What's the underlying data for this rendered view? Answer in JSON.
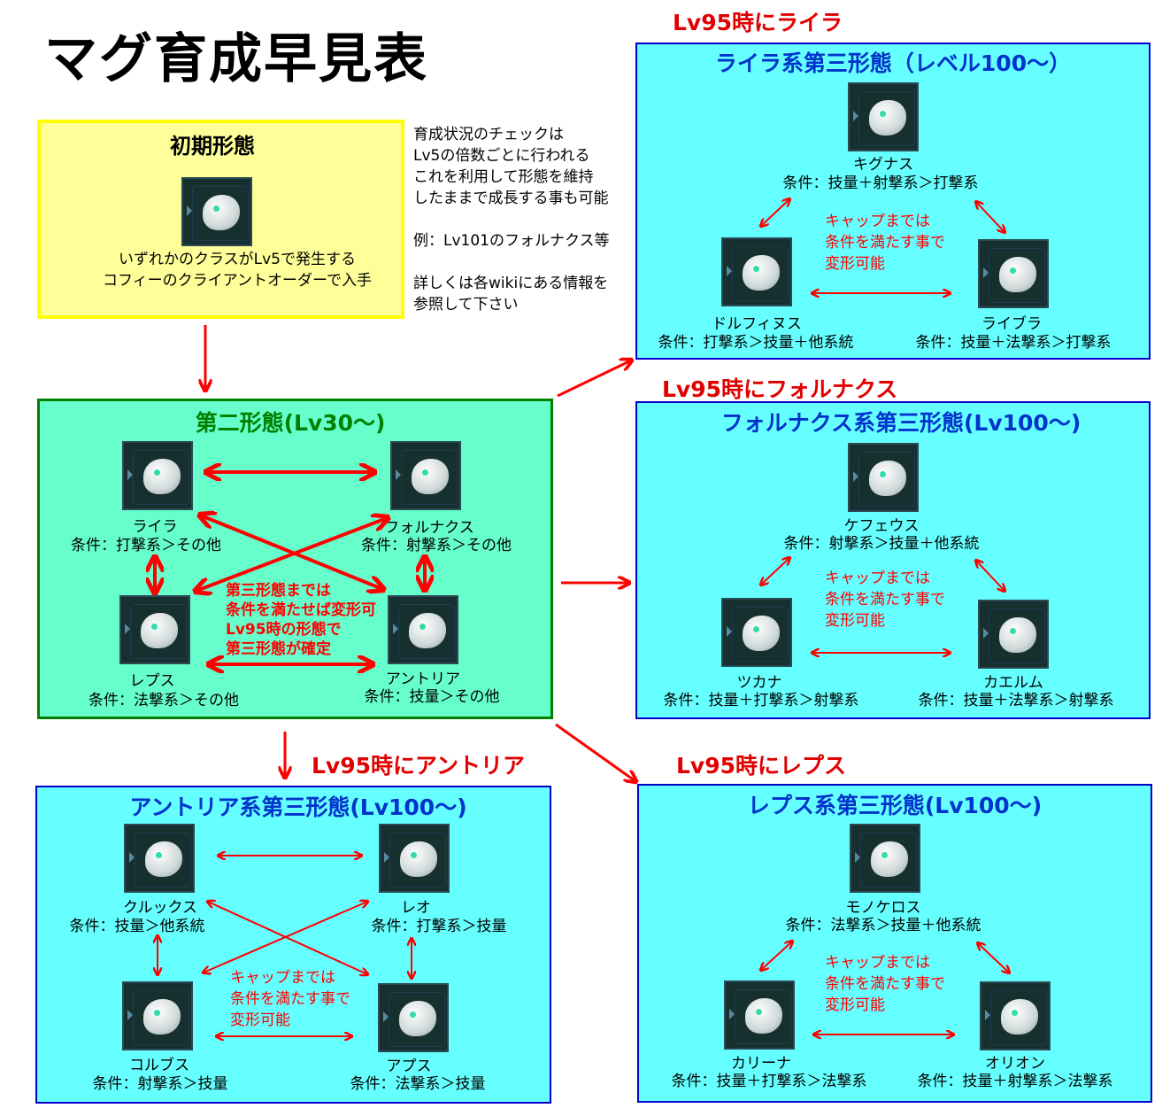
{
  "title": "マグ育成早見表",
  "initial": {
    "heading": "初期形態",
    "icon": "mag-egg-icon",
    "lines": [
      "いずれかのクラスがLv5で発生する",
      "コフィーのクライアントオーダーで入手"
    ]
  },
  "notes": {
    "check": [
      "育成状況のチェックは",
      "Lv5の倍数ごとに行われる",
      "これを利用して形態を維持",
      "したままで成長する事も可能"
    ],
    "example": "例：Lv101のフォルナクス等",
    "detail": [
      "詳しくは各wikiにある情報を",
      "参照して下さい"
    ]
  },
  "second": {
    "heading": "第二形態(Lv30～)",
    "mags": [
      {
        "name": "ライラ",
        "cond": "条件：打撃系＞その他"
      },
      {
        "name": "フォルナクス",
        "cond": "条件：射撃系＞その他"
      },
      {
        "name": "レプス",
        "cond": "条件：法撃系＞その他"
      },
      {
        "name": "アントリア",
        "cond": "条件：技量＞その他"
      }
    ],
    "note": [
      "第三形態までは",
      "条件を満たせば変形可",
      "Lv95時の形態で",
      "第三形態が確定"
    ]
  },
  "thirds": [
    {
      "trigger": "Lv95時にライラ",
      "heading": "ライラ系第三形態（レベル100～）",
      "mags": [
        {
          "name": "キグナス",
          "cond": "条件：技量＋射撃系＞打撃系"
        },
        {
          "name": "ドルフィヌス",
          "cond": "条件：打撃系＞技量＋他系統"
        },
        {
          "name": "ライブラ",
          "cond": "条件：技量＋法撃系＞打撃系"
        }
      ],
      "note": [
        "キャップまでは",
        "条件を満たす事で",
        "変形可能"
      ]
    },
    {
      "trigger": "Lv95時にフォルナクス",
      "heading": "フォルナクス系第三形態(Lv100～)",
      "mags": [
        {
          "name": "ケフェウス",
          "cond": "条件：射撃系＞技量＋他系統"
        },
        {
          "name": "ツカナ",
          "cond": "条件：技量＋打撃系＞射撃系"
        },
        {
          "name": "カエルム",
          "cond": "条件：技量＋法撃系＞射撃系"
        }
      ],
      "note": [
        "キャップまでは",
        "条件を満たす事で",
        "変形可能"
      ]
    },
    {
      "trigger": "Lv95時にアントリア",
      "heading": "アントリア系第三形態(Lv100～)",
      "mags": [
        {
          "name": "クルックス",
          "cond": "条件：技量＞他系統"
        },
        {
          "name": "レオ",
          "cond": "条件：打撃系＞技量"
        },
        {
          "name": "コルブス",
          "cond": "条件：射撃系＞技量"
        },
        {
          "name": "アプス",
          "cond": "条件：法撃系＞技量"
        }
      ],
      "note": [
        "キャップまでは",
        "条件を満たす事で",
        "変形可能"
      ]
    },
    {
      "trigger": "Lv95時にレプス",
      "heading": "レプス系第三形態(Lv100～)",
      "mags": [
        {
          "name": "モノケロス",
          "cond": "条件：法撃系＞技量＋他系統"
        },
        {
          "name": "カリーナ",
          "cond": "条件：技量＋打撃系＞法撃系"
        },
        {
          "name": "オリオン",
          "cond": "条件：技量＋射撃系＞法撃系"
        }
      ],
      "note": [
        "キャップまでは",
        "条件を満たす事で",
        "変形可能"
      ]
    }
  ],
  "colors": {
    "arrow": "#ff0000",
    "box_border_blue": "#0000cc",
    "second_border": "#008000",
    "initial_border": "#ffff00"
  }
}
